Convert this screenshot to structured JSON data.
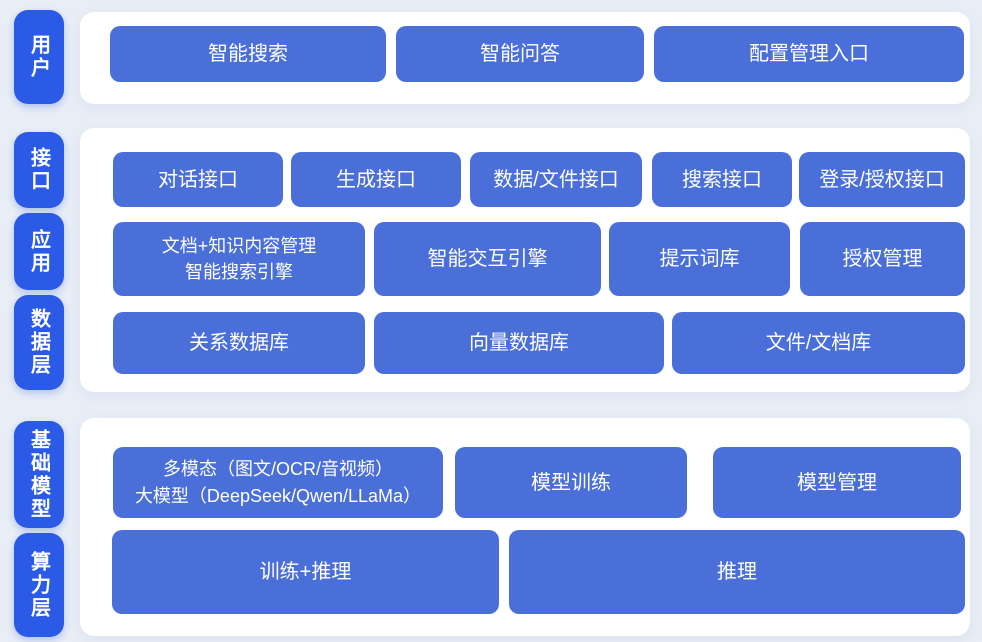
{
  "colors": {
    "background": "#e9eef6",
    "panel": "#ffffff",
    "layer_pill": "#2b5be6",
    "block": "#4a6fd8",
    "block_text": "#ffffff"
  },
  "layers": {
    "user": "用户",
    "interface": "接口",
    "application": "应用",
    "data": "数据层",
    "foundation_model": "基础模型",
    "compute": "算力层"
  },
  "blocks": {
    "smart_search": "智能搜索",
    "smart_qa": "智能问答",
    "config_entry": "配置管理入口",
    "dialog_api": "对话接口",
    "generation_api": "生成接口",
    "data_file_api": "数据/文件接口",
    "search_api": "搜索接口",
    "login_auth_api": "登录/授权接口",
    "doc_knowledge_line1": "文档+知识内容管理",
    "doc_knowledge_line2": "智能搜索引擎",
    "interactive_engine": "智能交互引擎",
    "prompt_library": "提示词库",
    "auth_management": "授权管理",
    "relational_db": "关系数据库",
    "vector_db": "向量数据库",
    "file_doc_store": "文件/文档库",
    "multimodal_line1": "多模态（图文/OCR/音视频）",
    "multimodal_line2": "大模型（DeepSeek/Qwen/LLaMa）",
    "model_training": "模型训练",
    "model_management": "模型管理",
    "training_inference": "训练+推理",
    "inference": "推理"
  }
}
